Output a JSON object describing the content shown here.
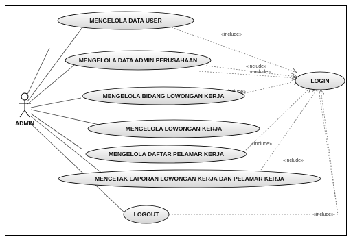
{
  "diagram": {
    "actor": {
      "label": "ADMIN",
      "icon": "stick-figure-icon"
    },
    "use_cases": [
      {
        "id": "uc1",
        "label": "MENGELOLA DATA USER"
      },
      {
        "id": "uc2",
        "label": "MENGELOLA DATA ADMIN PERUSAHAAN"
      },
      {
        "id": "uc3",
        "label": "MENGELOLA BIDANG LOWONGAN KERJA"
      },
      {
        "id": "uc4",
        "label": "MENGELOLA LOWONGAN KERJA"
      },
      {
        "id": "uc5",
        "label": "MENGELOLA DAFTAR PELAMAR KERJA"
      },
      {
        "id": "uc6",
        "label": "MENCETAK LAPORAN LOWONGAN KERJA DAN PELAMAR KERJA"
      },
      {
        "id": "uc7",
        "label": "LOGOUT"
      }
    ],
    "login": {
      "label": "LOGIN"
    },
    "include_label": "«include»",
    "include_labels": [
      "«include»",
      "«include»",
      "«include»",
      "«include»",
      "«include»",
      "«include»",
      "«include»"
    ],
    "colors": {
      "line": "#333333",
      "ellipse_fill_top": "#ffffff",
      "ellipse_fill_bottom": "#dcdcdc",
      "stroke": "#000000"
    }
  }
}
